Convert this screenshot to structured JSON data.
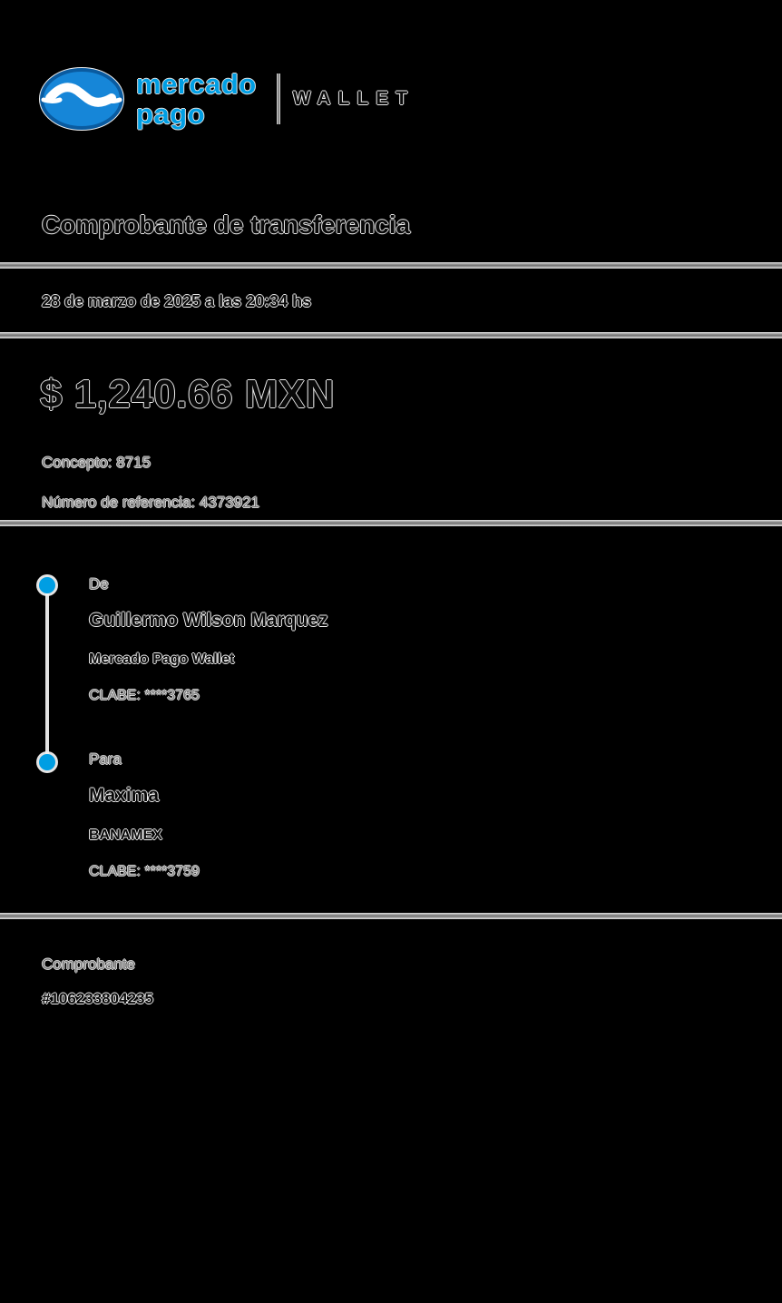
{
  "brand": {
    "wordmark_line1": "mercado",
    "wordmark_line2": "pago",
    "product": "WALLET"
  },
  "receipt": {
    "title": "Comprobante de transferencia",
    "datetime": "28 de marzo de 2025 a las 20:34 hs",
    "amount": "$ 1,240.66 MXN",
    "concept": "Concepto: 8715",
    "reference": "Número de referencia: 4373921"
  },
  "transfer": {
    "from": {
      "label": "De",
      "name": "Guillermo Wilson Marquez",
      "entity": "Mercado Pago Wallet",
      "clabe": "CLABE: ****3765"
    },
    "to": {
      "label": "Para",
      "name": "Maxima",
      "entity": "BANAMEX",
      "clabe": "CLABE: ****3759"
    }
  },
  "footer": {
    "label": "Comprobante",
    "number": "#106233804235"
  },
  "colors": {
    "accent_blue": "#009ee3",
    "background": "#000000"
  }
}
